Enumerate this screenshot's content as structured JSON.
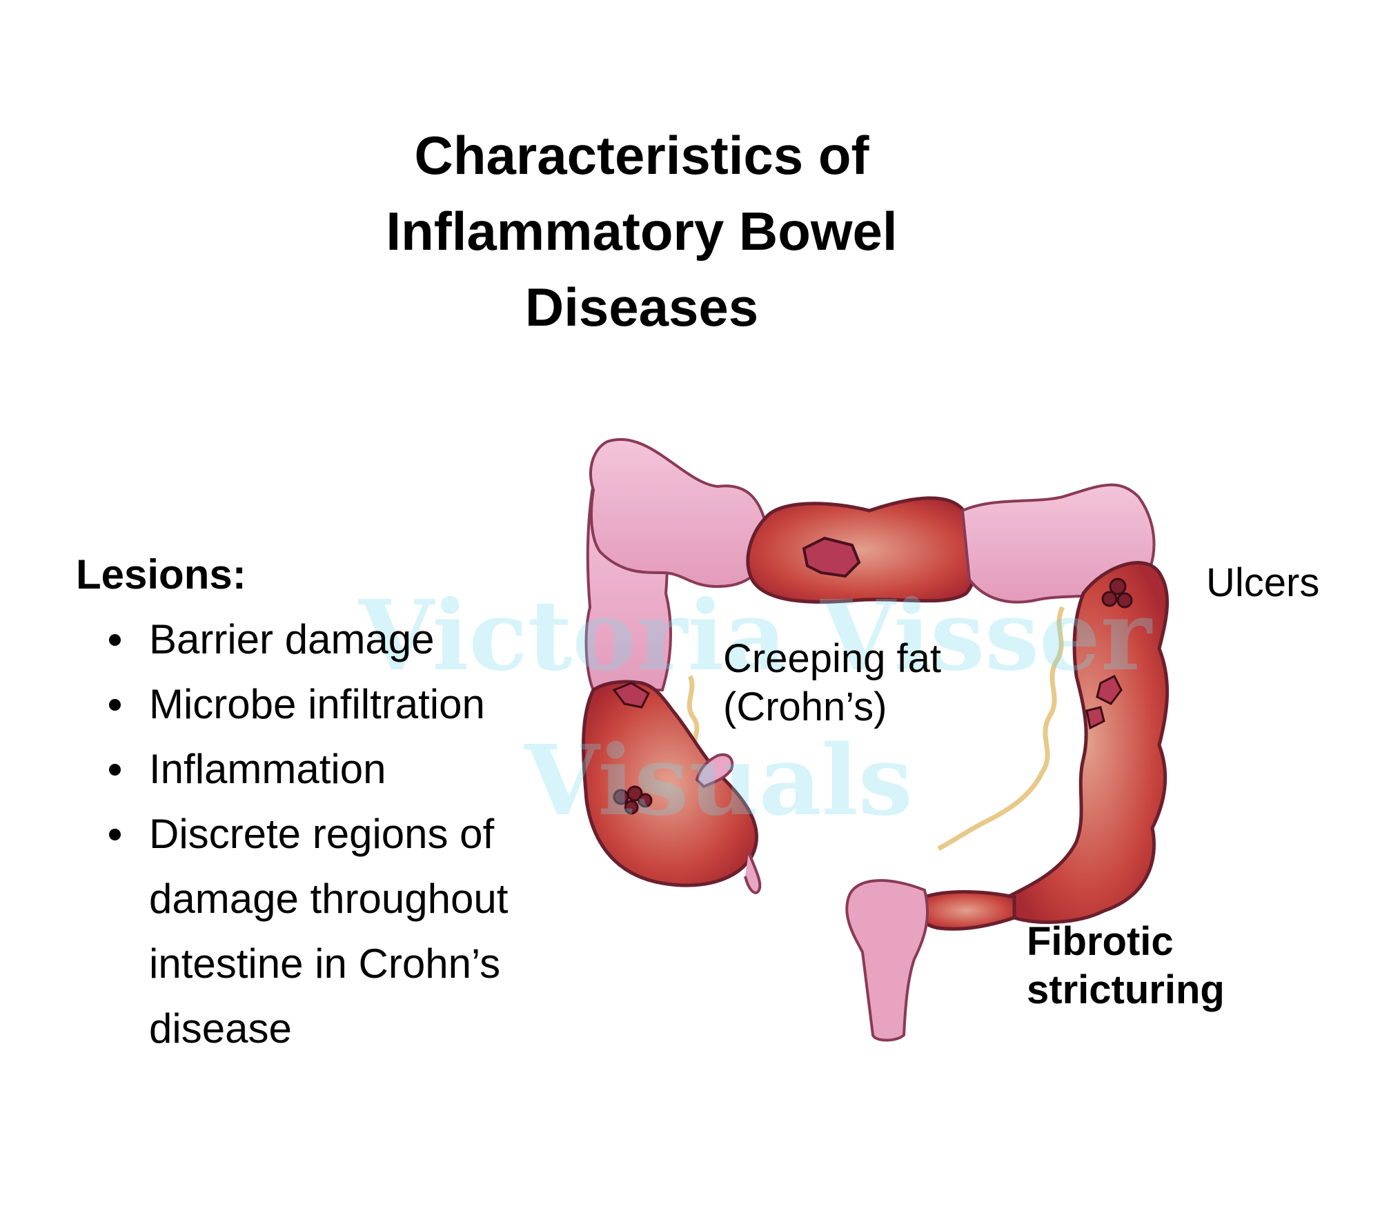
{
  "title": {
    "line1": "Characteristics of",
    "line2": "Inflammatory Bowel",
    "line3": "Diseases"
  },
  "lesions": {
    "heading": "Lesions:",
    "items": [
      "Barrier damage",
      "Microbe infiltration",
      "Inflammation",
      "Discrete regions of damage throughout intestine in Crohn’s disease"
    ]
  },
  "diagram_labels": {
    "creeping_fat": "Creeping fat (Crohn’s)",
    "ulcers": "Ulcers",
    "fibrotic_stricturing": "Fibrotic stricturing"
  },
  "watermark": {
    "line1": "Victoria Visser",
    "line2": "Visuals"
  },
  "colors": {
    "healthy_tissue": "#e9a6c4",
    "inflamed_tissue": "#c0403f",
    "ulcer": "#7a1f2e",
    "fat": "#e8c98a",
    "watermark": "#78dceb"
  }
}
